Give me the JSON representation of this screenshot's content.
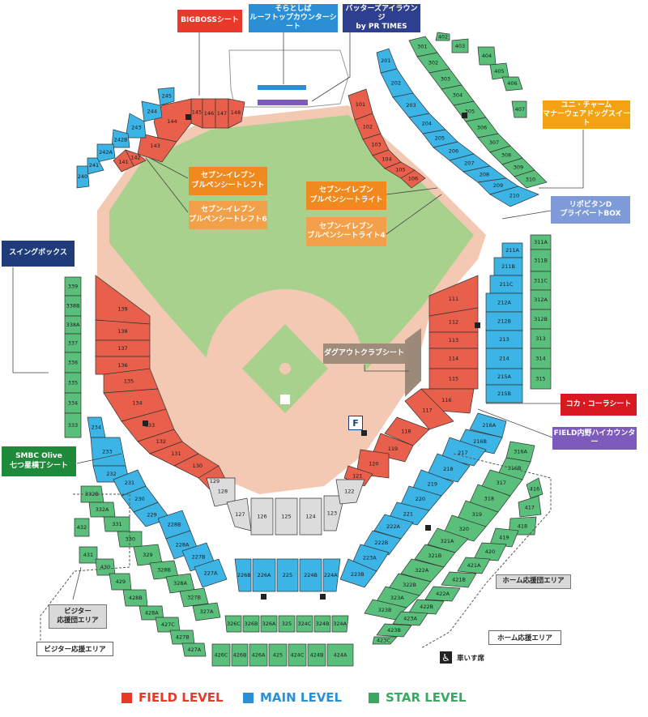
{
  "colors": {
    "field": "#e8604c",
    "main": "#3db4e6",
    "star": "#5bbf7c",
    "gray_section": "#dcdcdc",
    "grass": "#a9d18e",
    "dirt": "#f3c9b3",
    "callout_red": "#e8392a",
    "callout_blue": "#2b8fd6",
    "callout_navy": "#2f3f8f",
    "callout_green": "#1f8a3a",
    "callout_orange": "#f08a1e",
    "callout_orange_light": "#f3a04a",
    "callout_yellow": "#f3a312",
    "callout_periwinkle": "#7e9ad8",
    "callout_purple": "#7c5bbd",
    "callout_brown": "#a08c7a",
    "callout_coke": "#d8191f",
    "callout_dark_navy": "#1f3b7a"
  },
  "callouts": {
    "bigboss": "BIGBOSSシート",
    "soratoshiba_1": "そらとしば",
    "soratoshiba_2": "ルーフトップカウンターシート",
    "batters_1": "バッターズアイラウンジ",
    "batters_2": "by PR TIMES",
    "unicharm_1": "ユニ・チャーム",
    "unicharm_2": "マナーウェアドッグスイート",
    "lipovitan_1": "リポビタンD",
    "lipovitan_2": "プライベートBOX",
    "seven_left_1": "セブン-イレブン",
    "seven_left_2": "ブルペンシートレフト",
    "seven_left6_1": "セブン-イレブン",
    "seven_left6_2": "ブルペンシートレフト6",
    "seven_right_1": "セブン-イレブン",
    "seven_right_2": "ブルペンシートライト",
    "seven_right4_1": "セブン-イレブン",
    "seven_right4_2": "ブルペンシートライト4",
    "swing_box": "スイングボックス",
    "dugout": "ダグアウトクラブシート",
    "coca_cola": "コカ・コーラシート",
    "field_counter": "FIELD内野ハイカウンター",
    "smbc_1": "SMBC Olive",
    "smbc_2": "七つ星横丁シート",
    "visitor_cheer_1": "ビジター",
    "visitor_cheer_2": "応援団エリア",
    "visitor_area": "ビジター応援エリア",
    "home_cheer": "ホーム応援団エリア",
    "home_area": "ホーム応援エリア",
    "wheelchair": "車いす席",
    "wheelchair_symbol": "♿",
    "f_logo": "F"
  },
  "legend": {
    "field": "FIELD LEVEL",
    "main": "MAIN LEVEL",
    "star": "STAR LEVEL"
  },
  "sections": [
    {
      "id": "145",
      "level": "field"
    },
    {
      "id": "146",
      "level": "field"
    },
    {
      "id": "147",
      "level": "field"
    },
    {
      "id": "148",
      "level": "field"
    },
    {
      "id": "144",
      "level": "field"
    },
    {
      "id": "143",
      "level": "field"
    },
    {
      "id": "142",
      "level": "field"
    },
    {
      "id": "141",
      "level": "field"
    },
    {
      "id": "139",
      "level": "field"
    },
    {
      "id": "138",
      "level": "field"
    },
    {
      "id": "137",
      "level": "field"
    },
    {
      "id": "136",
      "level": "field"
    },
    {
      "id": "135",
      "level": "field"
    },
    {
      "id": "134",
      "level": "field"
    },
    {
      "id": "133",
      "level": "field"
    },
    {
      "id": "132",
      "level": "field"
    },
    {
      "id": "131",
      "level": "field"
    },
    {
      "id": "130",
      "level": "field"
    },
    {
      "id": "129",
      "level": "field"
    },
    {
      "id": "101",
      "level": "field"
    },
    {
      "id": "102",
      "level": "field"
    },
    {
      "id": "103",
      "level": "field"
    },
    {
      "id": "104",
      "level": "field"
    },
    {
      "id": "105",
      "level": "field"
    },
    {
      "id": "106",
      "level": "field"
    },
    {
      "id": "111",
      "level": "field"
    },
    {
      "id": "112",
      "level": "field"
    },
    {
      "id": "113",
      "level": "field"
    },
    {
      "id": "114",
      "level": "field"
    },
    {
      "id": "115",
      "level": "field"
    },
    {
      "id": "116",
      "level": "field"
    },
    {
      "id": "117",
      "level": "field"
    },
    {
      "id": "118",
      "level": "field"
    },
    {
      "id": "119",
      "level": "field"
    },
    {
      "id": "120",
      "level": "field"
    },
    {
      "id": "121",
      "level": "field"
    },
    {
      "id": "128",
      "level": "gray"
    },
    {
      "id": "127",
      "level": "gray"
    },
    {
      "id": "126",
      "level": "gray"
    },
    {
      "id": "125",
      "level": "gray"
    },
    {
      "id": "124",
      "level": "gray"
    },
    {
      "id": "123",
      "level": "gray"
    },
    {
      "id": "122",
      "level": "gray"
    },
    {
      "id": "245",
      "level": "main"
    },
    {
      "id": "244",
      "level": "main"
    },
    {
      "id": "243",
      "level": "main"
    },
    {
      "id": "242B",
      "level": "main"
    },
    {
      "id": "242A",
      "level": "main"
    },
    {
      "id": "241",
      "level": "main"
    },
    {
      "id": "240",
      "level": "main"
    },
    {
      "id": "201",
      "level": "main"
    },
    {
      "id": "202",
      "level": "main"
    },
    {
      "id": "203",
      "level": "main"
    },
    {
      "id": "204",
      "level": "main"
    },
    {
      "id": "205",
      "level": "main"
    },
    {
      "id": "206",
      "level": "main"
    },
    {
      "id": "207",
      "level": "main"
    },
    {
      "id": "208",
      "level": "main"
    },
    {
      "id": "209",
      "level": "main"
    },
    {
      "id": "210",
      "level": "main"
    },
    {
      "id": "211A",
      "level": "main"
    },
    {
      "id": "211B",
      "level": "main"
    },
    {
      "id": "211C",
      "level": "main"
    },
    {
      "id": "212A",
      "level": "main"
    },
    {
      "id": "212B",
      "level": "main"
    },
    {
      "id": "213",
      "level": "main"
    },
    {
      "id": "214",
      "level": "main"
    },
    {
      "id": "215A",
      "level": "main"
    },
    {
      "id": "215B",
      "level": "main"
    },
    {
      "id": "216A",
      "level": "main"
    },
    {
      "id": "216B",
      "level": "main"
    },
    {
      "id": "217",
      "level": "main"
    },
    {
      "id": "218",
      "level": "main"
    },
    {
      "id": "219",
      "level": "main"
    },
    {
      "id": "220",
      "level": "main"
    },
    {
      "id": "221",
      "level": "main"
    },
    {
      "id": "222A",
      "level": "main"
    },
    {
      "id": "222B",
      "level": "main"
    },
    {
      "id": "223A",
      "level": "main"
    },
    {
      "id": "223B",
      "level": "main"
    },
    {
      "id": "234",
      "level": "main"
    },
    {
      "id": "233",
      "level": "main"
    },
    {
      "id": "232",
      "level": "main"
    },
    {
      "id": "231",
      "level": "main"
    },
    {
      "id": "230",
      "level": "main"
    },
    {
      "id": "229",
      "level": "main"
    },
    {
      "id": "228B",
      "level": "main"
    },
    {
      "id": "228A",
      "level": "main"
    },
    {
      "id": "227B",
      "level": "main"
    },
    {
      "id": "227A",
      "level": "main"
    },
    {
      "id": "226B",
      "level": "main"
    },
    {
      "id": "226A",
      "level": "main"
    },
    {
      "id": "225",
      "level": "main"
    },
    {
      "id": "224B",
      "level": "main"
    },
    {
      "id": "224A",
      "level": "main"
    },
    {
      "id": "402",
      "level": "star"
    },
    {
      "id": "403",
      "level": "star"
    },
    {
      "id": "404",
      "level": "star"
    },
    {
      "id": "405",
      "level": "star"
    },
    {
      "id": "406",
      "level": "star"
    },
    {
      "id": "407",
      "level": "star"
    },
    {
      "id": "301",
      "level": "star"
    },
    {
      "id": "302",
      "level": "star"
    },
    {
      "id": "303",
      "level": "star"
    },
    {
      "id": "304",
      "level": "star"
    },
    {
      "id": "305",
      "level": "star"
    },
    {
      "id": "306",
      "level": "star"
    },
    {
      "id": "307",
      "level": "star"
    },
    {
      "id": "308",
      "level": "star"
    },
    {
      "id": "309",
      "level": "star"
    },
    {
      "id": "310",
      "level": "star"
    },
    {
      "id": "311A",
      "level": "star"
    },
    {
      "id": "311B",
      "level": "star"
    },
    {
      "id": "311C",
      "level": "star"
    },
    {
      "id": "312A",
      "level": "star"
    },
    {
      "id": "312B",
      "level": "star"
    },
    {
      "id": "313",
      "level": "star"
    },
    {
      "id": "314",
      "level": "star"
    },
    {
      "id": "315",
      "level": "star"
    },
    {
      "id": "339",
      "level": "star"
    },
    {
      "id": "338B",
      "level": "star"
    },
    {
      "id": "338A",
      "level": "star"
    },
    {
      "id": "337",
      "level": "star"
    },
    {
      "id": "336",
      "level": "star"
    },
    {
      "id": "335",
      "level": "star"
    },
    {
      "id": "334",
      "level": "star"
    },
    {
      "id": "333",
      "level": "star"
    },
    {
      "id": "316A",
      "level": "star"
    },
    {
      "id": "316B",
      "level": "star"
    },
    {
      "id": "317",
      "level": "star"
    },
    {
      "id": "318",
      "level": "star"
    },
    {
      "id": "319",
      "level": "star"
    },
    {
      "id": "320",
      "level": "star"
    },
    {
      "id": "321A",
      "level": "star"
    },
    {
      "id": "321B",
      "level": "star"
    },
    {
      "id": "322A",
      "level": "star"
    },
    {
      "id": "322B",
      "level": "star"
    },
    {
      "id": "323A",
      "level": "star"
    },
    {
      "id": "323B",
      "level": "star"
    },
    {
      "id": "416",
      "level": "star"
    },
    {
      "id": "417",
      "level": "star"
    },
    {
      "id": "418",
      "level": "star"
    },
    {
      "id": "419",
      "level": "star"
    },
    {
      "id": "420",
      "level": "star"
    },
    {
      "id": "421A",
      "level": "star"
    },
    {
      "id": "421B",
      "level": "star"
    },
    {
      "id": "422A",
      "level": "star"
    },
    {
      "id": "422B",
      "level": "star"
    },
    {
      "id": "423A",
      "level": "star"
    },
    {
      "id": "423B",
      "level": "star"
    },
    {
      "id": "423C",
      "level": "star"
    },
    {
      "id": "332B",
      "level": "star"
    },
    {
      "id": "332A",
      "level": "star"
    },
    {
      "id": "331",
      "level": "star"
    },
    {
      "id": "330",
      "level": "star"
    },
    {
      "id": "329",
      "level": "star"
    },
    {
      "id": "328B",
      "level": "star"
    },
    {
      "id": "328A",
      "level": "star"
    },
    {
      "id": "327B",
      "level": "star"
    },
    {
      "id": "327A",
      "level": "star"
    },
    {
      "id": "432",
      "level": "star"
    },
    {
      "id": "431",
      "level": "star"
    },
    {
      "id": "430",
      "level": "star"
    },
    {
      "id": "429",
      "level": "star"
    },
    {
      "id": "428B",
      "level": "star"
    },
    {
      "id": "428A",
      "level": "star"
    },
    {
      "id": "427C",
      "level": "star"
    },
    {
      "id": "427B",
      "level": "star"
    },
    {
      "id": "427A",
      "level": "star"
    },
    {
      "id": "326C",
      "level": "star"
    },
    {
      "id": "326B",
      "level": "star"
    },
    {
      "id": "326A",
      "level": "star"
    },
    {
      "id": "325",
      "level": "star"
    },
    {
      "id": "324C",
      "level": "star"
    },
    {
      "id": "324B",
      "level": "star"
    },
    {
      "id": "324A",
      "level": "star"
    },
    {
      "id": "426C",
      "level": "star"
    },
    {
      "id": "426B",
      "level": "star"
    },
    {
      "id": "426A",
      "level": "star"
    },
    {
      "id": "425",
      "level": "star"
    },
    {
      "id": "424C",
      "level": "star"
    },
    {
      "id": "424B",
      "level": "star"
    },
    {
      "id": "424A",
      "level": "star"
    }
  ]
}
